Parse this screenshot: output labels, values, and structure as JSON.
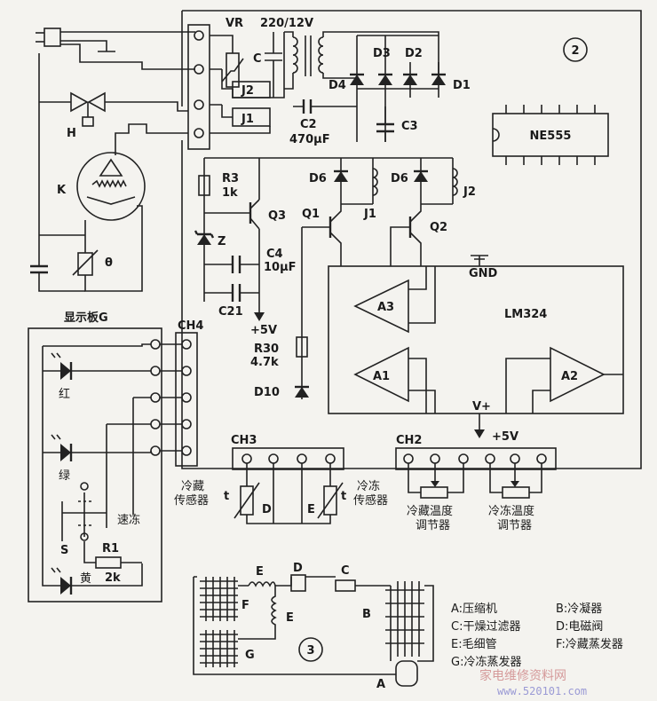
{
  "main_circuit": {
    "figure_number": "2",
    "vr": "VR",
    "transformer": "220/12V",
    "c": "C",
    "j2_left": "J2",
    "j1_left": "J1",
    "d1": "D1",
    "d2": "D2",
    "d3": "D3",
    "d4": "D4",
    "c2": "C2",
    "c2_value": "470μF",
    "c3": "C3",
    "ic_ne555": "NE555",
    "r3": "R3",
    "r3_value": "1k",
    "q3": "Q3",
    "q1": "Q1",
    "q2": "Q2",
    "d6a": "D6",
    "d6b": "D6",
    "j1_right": "J1",
    "j2_right": "J2",
    "z": "Z",
    "c4": "C4",
    "c4_value": "10μF",
    "c21": "C21",
    "plus5v_out": "+5V",
    "r30": "R30",
    "r30_value": "4.7k",
    "d10": "D10",
    "gnd": "GND",
    "lm324": "LM324",
    "a1": "A1",
    "a2": "A2",
    "a3": "A3",
    "vplus": "V+",
    "plus5v_ch2": "+5V",
    "h": "H",
    "k": "K",
    "theta": "θ",
    "ch2": "CH2",
    "ch3": "CH3",
    "ch4": "CH4"
  },
  "display_board": {
    "title": "显示板G",
    "red": "红",
    "green": "绿",
    "quick_freeze": "速冻",
    "s": "S",
    "r1": "R1",
    "r1_value": "2k",
    "yellow": "黄"
  },
  "sensors": {
    "fridge_sensor_line1": "冷藏",
    "fridge_sensor_line2": "传感器",
    "freezer_sensor_line1": "冷冻",
    "freezer_sensor_line2": "传感器",
    "t_left": "t",
    "t_right": "t",
    "d": "D",
    "e": "E",
    "fridge_adj_line1": "冷藏温度",
    "fridge_adj_line2": "调节器",
    "freezer_adj_line1": "冷冻温度",
    "freezer_adj_line2": "调节器"
  },
  "refrigeration_diagram": {
    "figure_number": "3",
    "labels": {
      "a": "A",
      "b": "B",
      "c": "C",
      "d": "D",
      "e1": "E",
      "e2": "E",
      "f": "F",
      "g": "G"
    },
    "legend": [
      "A:压缩机",
      "B:冷凝器",
      "C:干燥过滤器",
      "D:电磁阀",
      "E:毛细管",
      "F:冷藏蒸发器",
      "G:冷冻蒸发器"
    ]
  },
  "watermark": {
    "line1": "家电维修资料网",
    "line2": "www.520101.com"
  }
}
